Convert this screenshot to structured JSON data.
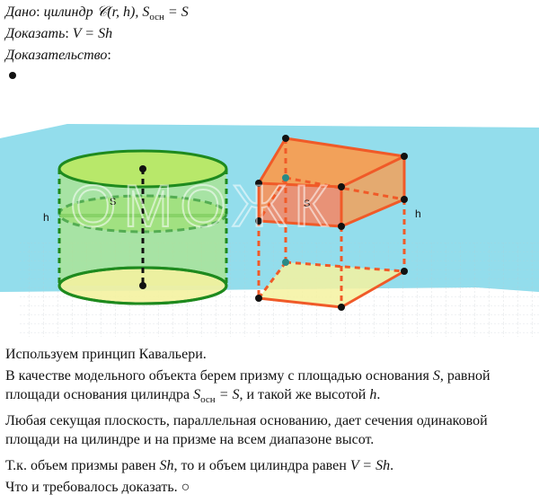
{
  "given": {
    "label": "Дано",
    "colon": ":",
    "text": " цилиндр 𝒞(r, h), S",
    "sub": "осн",
    "eq": " = S"
  },
  "prove": {
    "label": "Доказать",
    "colon": ":",
    "text": " V = Sh"
  },
  "proof": {
    "label": "Доказательство",
    "colon": ":"
  },
  "figure": {
    "cylinder_base_label": "S",
    "cylinder_height_label": "h",
    "prism_base_label": "S",
    "prism_height_label": "h",
    "watermark": "ОМОЖК",
    "colors": {
      "plane": "#8fdcec",
      "cylinder": "#b8e86a",
      "cylinder_edge": "#1e8a1e",
      "prism": "#f2a15a",
      "prism_edge": "#f05a28",
      "yellow": "#f4f2a0",
      "dark_teal": "#2a8a86"
    }
  },
  "body": {
    "p1": "Используем принцип Кавальери.",
    "p2a": "В качестве модельного объекта берем призму с площадью основания ",
    "p2b": "S",
    "p2c": ", равной площади основания цилиндра ",
    "p2d": "S",
    "p2e": "осн",
    "p2f": " = S",
    "p2g": ", и такой же высотой ",
    "p2h": "h",
    "p2i": ".",
    "p3": "Любая секущая плоскость, параллельная основанию, дает сечения одинаковой площади на цилиндре и на призме на всем диапазоне высот.",
    "p4a": "Т.к. объем призмы равен ",
    "p4b": "Sh",
    "p4c": ", то и объем цилиндра равен ",
    "p4d": "V = Sh",
    "p4e": ".",
    "p5": "Что и требовалось доказать. ○"
  }
}
